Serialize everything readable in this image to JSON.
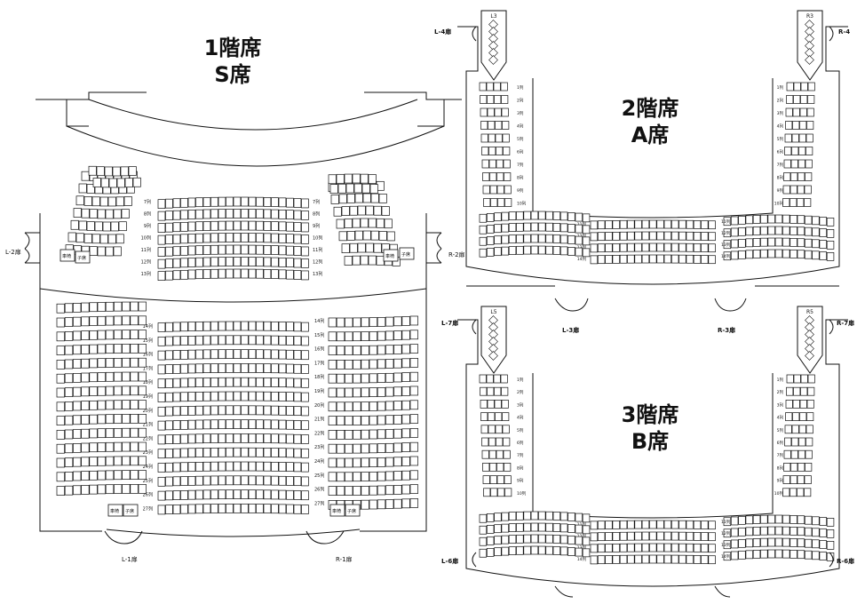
{
  "floor1": {
    "title_line1": "1階席",
    "title_line2": "S席",
    "door_left_mid": "L-2扉",
    "door_right_mid": "R-2扉",
    "door_left_bottom": "L-1扉",
    "door_right_bottom": "R-1扉",
    "wheelchair_label": "車椅",
    "handrail_label": "子席",
    "front_rows": [
      "7列",
      "8列",
      "9列",
      "10列",
      "11列",
      "12列",
      "13列"
    ],
    "rear_rows": [
      "14列",
      "15列",
      "16列",
      "17列",
      "18列",
      "19列",
      "20列",
      "21列",
      "22列",
      "23列",
      "24列",
      "25列",
      "26列",
      "27列"
    ]
  },
  "floor2": {
    "title_line1": "2階席",
    "title_line2": "A席",
    "box_left": "L3",
    "box_right": "R3",
    "door_left_top": "L-4扉",
    "door_right_top": "R-4",
    "door_left_mid": "L-3扉",
    "door_right_mid": "R-3扉",
    "side_rows": [
      "1列",
      "2列",
      "3列",
      "4列",
      "5列",
      "6列",
      "7列",
      "8列",
      "9列",
      "10列"
    ],
    "center_rows": [
      "11列",
      "12列",
      "13列",
      "14列"
    ]
  },
  "floor3": {
    "title_line1": "3階席",
    "title_line2": "B席",
    "box_left": "L5",
    "box_right": "R5",
    "door_left_top": "L-7扉",
    "door_right_top": "R-7扉",
    "door_left_bottom": "L-6扉",
    "door_right_bottom": "R-6扉",
    "side_rows": [
      "1列",
      "2列",
      "3列",
      "4列",
      "5列",
      "6列",
      "7列",
      "8列",
      "9列",
      "10列"
    ],
    "center_rows": [
      "11列",
      "12列",
      "13列",
      "14列"
    ]
  }
}
